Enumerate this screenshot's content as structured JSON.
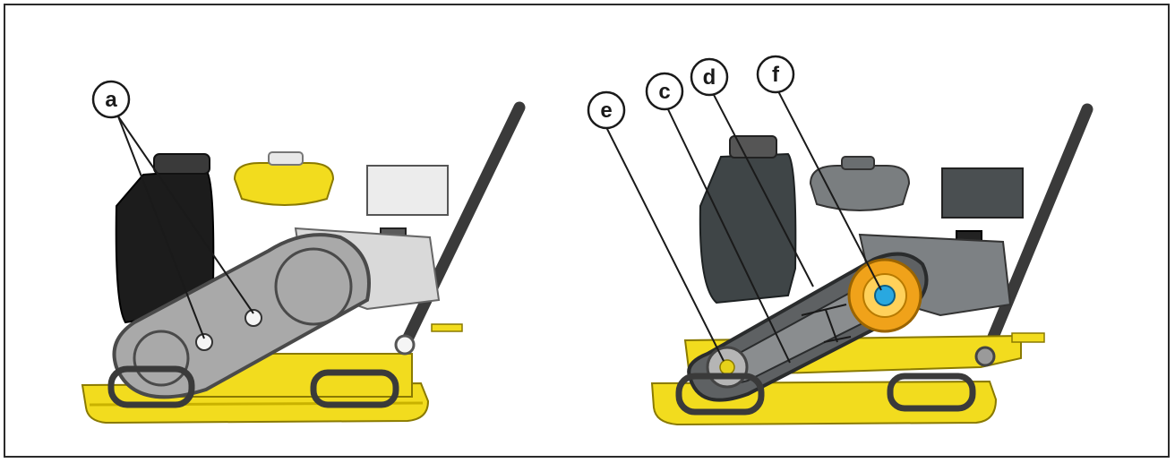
{
  "callouts": {
    "a": "a",
    "c": "c",
    "d": "d",
    "e": "e",
    "f": "f"
  },
  "colors": {
    "yellow": "#f2dc1e",
    "yellow_dark": "#c9b200",
    "tank_black": "#1c1c1c",
    "guard_grey": "#a9a9a9",
    "guard_grey_dark": "#5e6163",
    "pulley_orange": "#f0a21a",
    "pulley_blue": "#29a8e0"
  }
}
